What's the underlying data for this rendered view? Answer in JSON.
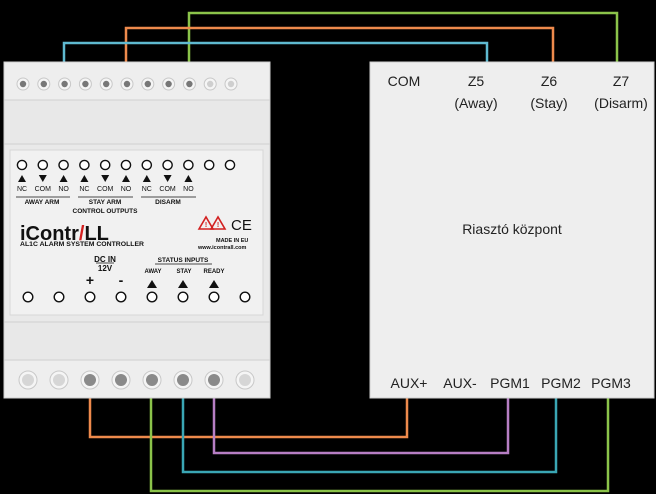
{
  "controller": {
    "terminal_labels": [
      "NC",
      "COM",
      "NO",
      "NC",
      "COM",
      "NO",
      "NC",
      "COM",
      "NO"
    ],
    "group_labels": [
      "AWAY ARM",
      "STAY ARM",
      "DISARM"
    ],
    "control_outputs": "CONTROL OUTPUTS",
    "brand_left": "iContr",
    "brand_right": "LL",
    "model": "AL1C ALARM SYSTEM CONTROLLER",
    "made_in": "MADE IN EU",
    "website": "www.icontrall.com",
    "ce_mark": "CE",
    "dc_in": "DC IN",
    "voltage": "12V",
    "plus": "+",
    "minus": "-",
    "status_inputs": "STATUS INPUTS",
    "status_labels": [
      "AWAY",
      "STAY",
      "READY"
    ]
  },
  "panel": {
    "title": "Riasztó központ",
    "top_labels": [
      "COM",
      "Z5",
      "Z6",
      "Z7"
    ],
    "top_sublabels": [
      "",
      "(Away)",
      "(Stay)",
      "(Disarm)"
    ],
    "bottom_labels": [
      "AUX+",
      "AUX-",
      "PGM1",
      "PGM2",
      "PGM3"
    ]
  },
  "wire_colors": {
    "green": "#8bc34a",
    "orange": "#ee8a4c",
    "cyan": "#5fb9d0",
    "purple": "#b67ec4",
    "teal": "#3aa6b4"
  },
  "icons": [
    "warning-triangle-icon",
    "ce-mark-icon",
    "arrow-up-icon",
    "arrow-down-icon"
  ]
}
